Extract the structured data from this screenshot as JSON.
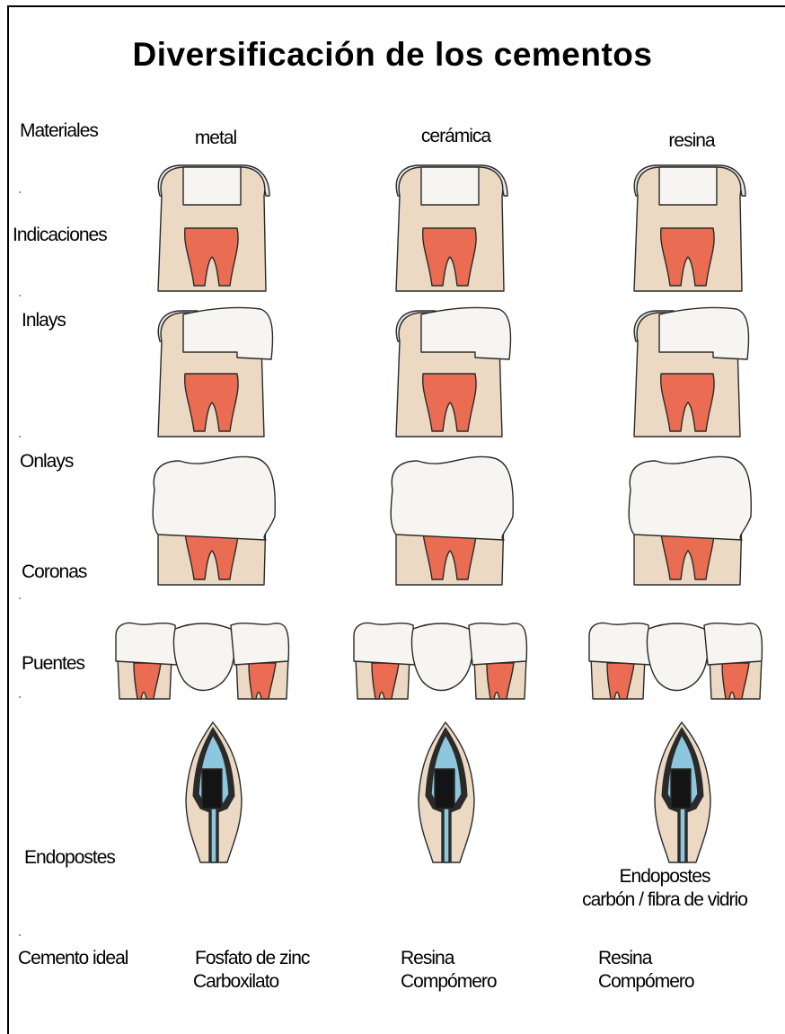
{
  "title": "Diversificación de los cementos",
  "row_labels": {
    "materiales": "Materiales",
    "indicaciones": "Indicaciones",
    "inlays": "Inlays",
    "onlays": "Onlays",
    "coronas": "Coronas",
    "puentes": "Puentes",
    "endopostes": "Endopostes",
    "cemento_ideal": "Cemento ideal"
  },
  "materials": [
    "metal",
    "cerámica",
    "resina"
  ],
  "endopost_note": [
    "Endopostes",
    "carbón / fibra de vidrio"
  ],
  "cements": [
    [
      "Fosfato de zinc",
      "Carboxilato"
    ],
    [
      "Resina",
      "Compómero"
    ],
    [
      "Resina",
      "Compómero"
    ]
  ],
  "colors": {
    "dentin": "#ecd9c4",
    "pulp": "#ea6c52",
    "restoration": "#f6f5f2",
    "enamel": "#e6e6e6",
    "cement": "#8cc7dd",
    "post": "#141414",
    "outline": "#2a2a2a"
  }
}
